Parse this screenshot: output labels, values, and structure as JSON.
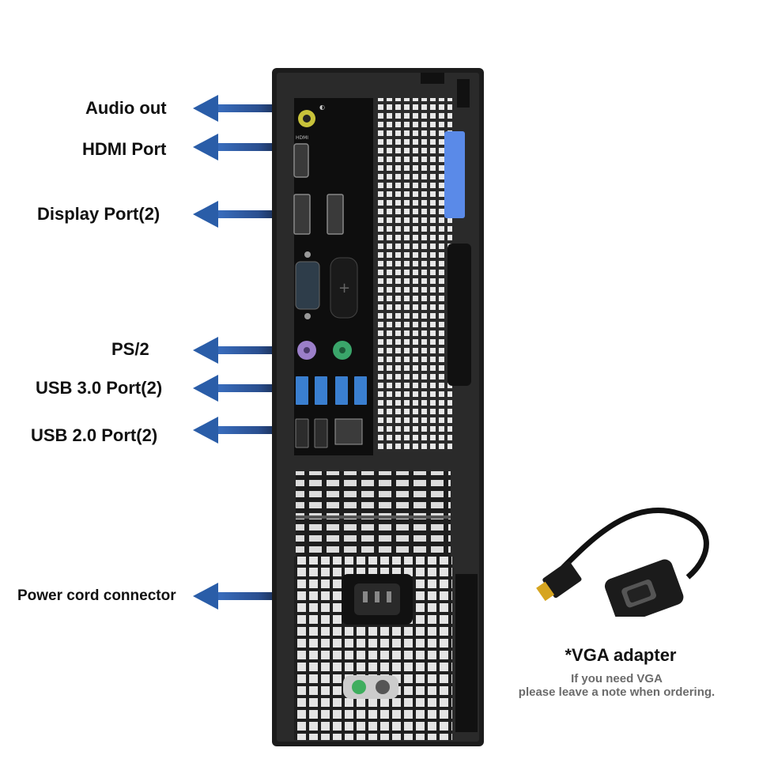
{
  "labels": {
    "audio_out": "Audio out",
    "hdmi_port": "HDMI Port",
    "display_port": "Display Port(2)",
    "ps2": "PS/2",
    "usb3": "USB 3.0 Port(2)",
    "usb2": "USB 2.0 Port(2)",
    "power": "Power cord connector"
  },
  "vga": {
    "title": "*VGA adapter",
    "note_line1": "If you need VGA",
    "note_line2": "please leave a note when ordering."
  },
  "colors": {
    "arrow_blue": "#2a5da8",
    "chassis": "#1c1c1c",
    "usb3_blue": "#3a7fd0",
    "ps2_purple": "#9b7fc9",
    "ps2_green": "#3aa56a",
    "latch_blue": "#5a8ae8"
  }
}
